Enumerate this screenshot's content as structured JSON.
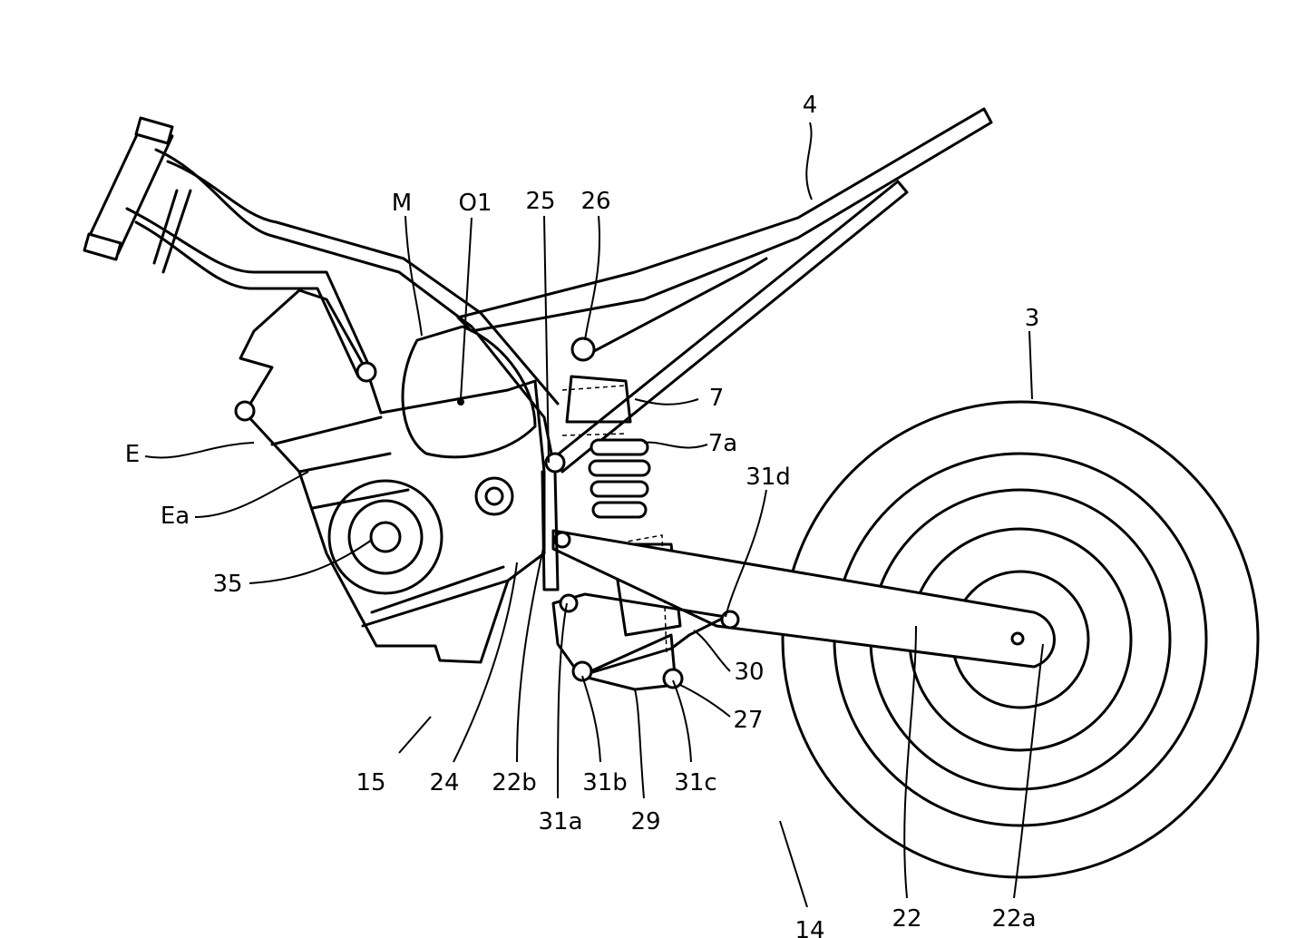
{
  "figure": {
    "labels": {
      "frame": "4",
      "motor": "M",
      "motor_axis": "O1",
      "pivot_25": "25",
      "pivot_26": "26",
      "rear_wheel": "3",
      "shock": "7",
      "spring": "7a",
      "engine": "E",
      "link_31d": "31d",
      "engine_case": "Ea",
      "sprocket": "35",
      "link_30": "30",
      "link_27": "27",
      "arrow_15": "15",
      "bracket_24": "24",
      "pivot_22b": "22b",
      "link_31b": "31b",
      "link_31c": "31c",
      "link_31a": "31a",
      "link_29": "29",
      "arrow_14": "14",
      "swingarm": "22",
      "axle_22a": "22a"
    }
  }
}
